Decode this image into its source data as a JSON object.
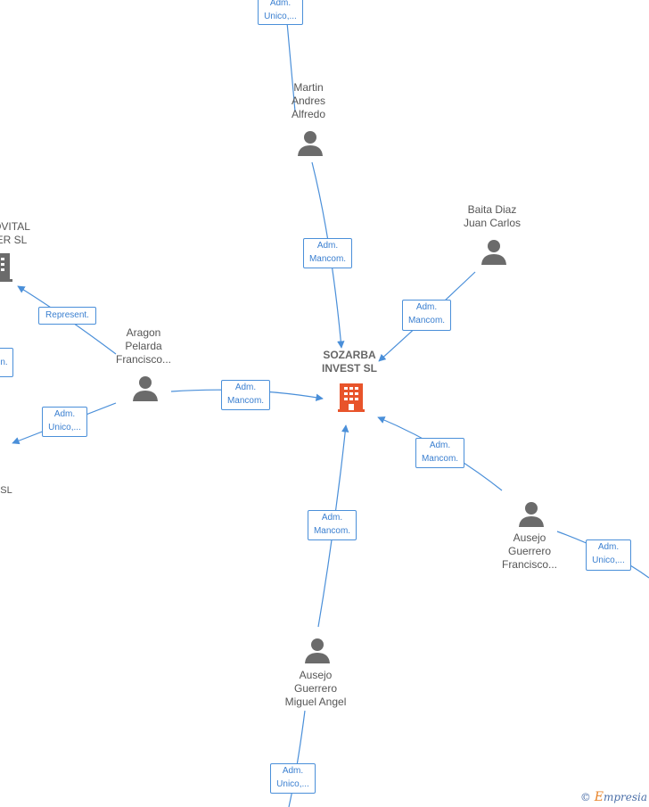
{
  "center": {
    "label": "SOZARBA\nINVEST  SL",
    "color": "#e8542b"
  },
  "people": [
    {
      "id": "martin",
      "label": "Martin\nAndres\nAlfredo"
    },
    {
      "id": "baita",
      "label": "Baita Diaz\nJuan Carlos"
    },
    {
      "id": "aragon",
      "label": "Aragon\nPelarda\nFrancisco..."
    },
    {
      "id": "ausejo-francisco",
      "label": "Ausejo\nGuerrero\nFrancisco..."
    },
    {
      "id": "ausejo-miguel",
      "label": "Ausejo\nGuerrero\nMiguel Angel"
    }
  ],
  "companies_partial": [
    {
      "id": "ovital",
      "label": "OVITAL\nER  SL"
    },
    {
      "id": "sl-left",
      "label": "SL"
    }
  ],
  "edges": [
    {
      "id": "martin-top",
      "label": "Adm.\nUnico,..."
    },
    {
      "id": "martin-center",
      "label": "Adm.\nMancom."
    },
    {
      "id": "baita-center",
      "label": "Adm.\nMancom."
    },
    {
      "id": "aragon-ovital",
      "label": "Represent."
    },
    {
      "id": "aragon-left-partial",
      "label": "n."
    },
    {
      "id": "aragon-sl",
      "label": "Adm.\nUnico,..."
    },
    {
      "id": "aragon-center",
      "label": "Adm.\nMancom."
    },
    {
      "id": "ausejof-center",
      "label": "Adm.\nMancom."
    },
    {
      "id": "ausejof-right",
      "label": "Adm.\nUnico,..."
    },
    {
      "id": "ausejom-center",
      "label": "Adm.\nMancom."
    },
    {
      "id": "ausejom-bottom",
      "label": "Adm.\nUnico,..."
    }
  ],
  "colors": {
    "edge": "#4a8fd9",
    "person_icon": "#6b6b6b",
    "company_partial_icon": "#6b6b6b"
  },
  "watermark": {
    "copyright": "©",
    "brand_initial": "E",
    "brand_rest": "mpresia"
  }
}
